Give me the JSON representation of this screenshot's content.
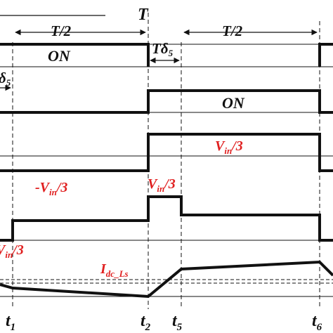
{
  "labels": {
    "period": "T",
    "half_left": "T/2",
    "half_right": "T/2",
    "delta_top": "Tδ",
    "delta_top_sub": "5",
    "delta_left": "δ",
    "delta_left_sub": "5",
    "on1": "ON",
    "on2": "ON",
    "v_pos_main": "V",
    "v_pos_main_sub": "in",
    "v_pos_main_tail": "/3",
    "v_neg": "-V",
    "v_neg_sub": "in",
    "v_neg_tail": "/3",
    "v_pos_step": "V",
    "v_pos_step_sub": "in",
    "v_pos_step_tail": "/3",
    "v_left": "V",
    "v_left_sub": "in",
    "v_left_tail": "/3",
    "idc": "I",
    "idc_sub": "dc_Ls",
    "t1": "t",
    "t1_sub": "1",
    "t2": "t",
    "t2_sub": "2",
    "t5": "t",
    "t5_sub": "5",
    "t6": "t",
    "t6_sub": "6"
  },
  "colors": {
    "ink": "#111111",
    "annotation": "#e02020"
  }
}
